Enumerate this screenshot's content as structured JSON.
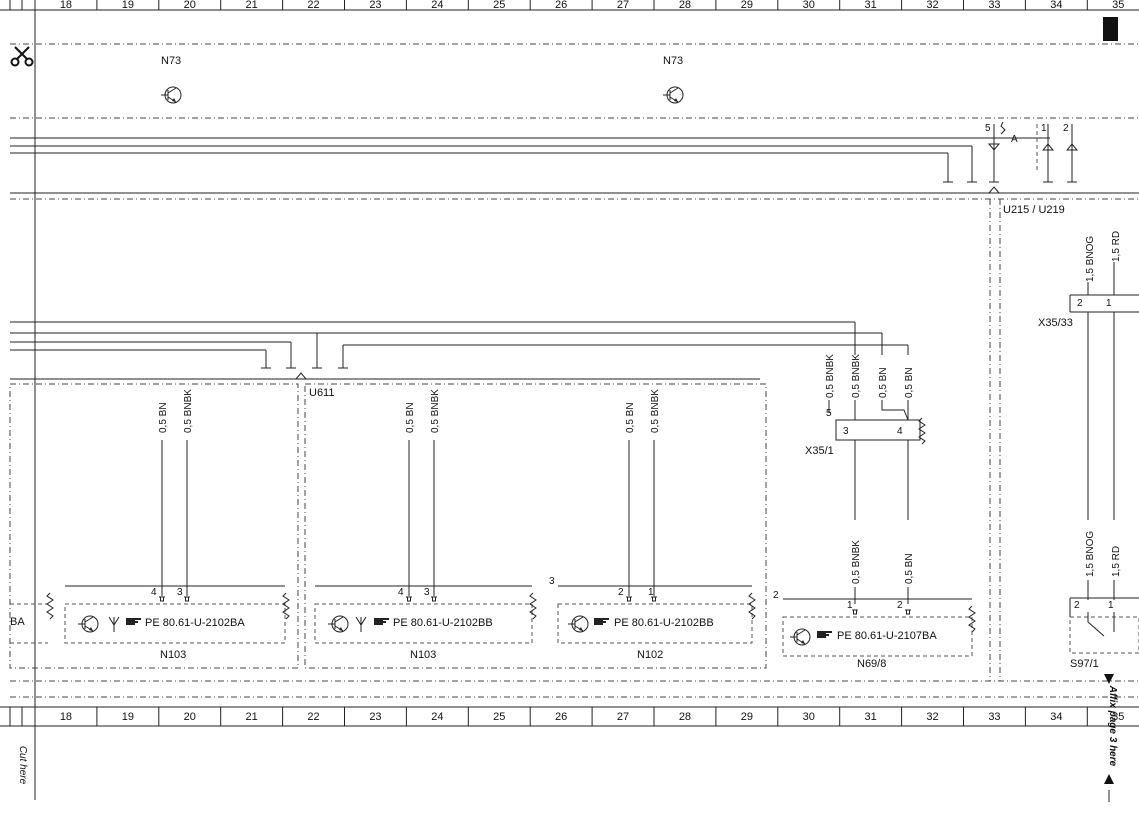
{
  "ruler": {
    "cells": [
      "18",
      "19",
      "20",
      "21",
      "22",
      "23",
      "24",
      "25",
      "26",
      "27",
      "28",
      "29",
      "30",
      "31",
      "32",
      "33",
      "34",
      "35"
    ]
  },
  "components": {
    "n73_a": "N73",
    "n73_b": "N73",
    "u611": "U611",
    "u215_u219": "U215 / U219",
    "x35_33": "X35/33",
    "x35_1": "X35/1",
    "n103_a": "N103",
    "n103_b": "N103",
    "n102": "N102",
    "n69_8": "N69/8",
    "s97_1": "S97/1",
    "conn_a": "A"
  },
  "wires": {
    "w1": "0,5 BN",
    "w2": "0,5 BNBK",
    "w3": "0,5 BN",
    "w4": "0,5 BNBK",
    "w5": "0,5 BN",
    "w6": "0,5 BNBK",
    "w7": "0,5 BNBK",
    "w8": "0,5 BNBK",
    "w9": "0,5 BN",
    "w10": "0,5 BN",
    "w11": "0,5 BNBK",
    "w12": "0,5 BN",
    "w13": "1,5 BNOG",
    "w14": "1,5 RD",
    "w15": "1,5 BNOG",
    "w16": "1,5 RD"
  },
  "refs": {
    "r1": "PE 80.61-U-2102BA",
    "r2": "PE 80.61-U-2102BB",
    "r3": "PE 80.61-U-2102BB",
    "r4": "PE 80.61-U-2107BA",
    "cut": "BA"
  },
  "pins": {
    "p1": "4",
    "p2": "3",
    "p3": "4",
    "p4": "3",
    "p5": "2",
    "p6": "1",
    "p7": "1",
    "p8": "2",
    "p9": "3",
    "p10": "4",
    "p11": "5",
    "p12": "2",
    "p13": "1",
    "p14": "2",
    "p15": "1",
    "p16": "5",
    "p17": "1",
    "p18": "2",
    "sec3": "3",
    "sec2": "2"
  },
  "margin": {
    "cut_here": "Cut here",
    "affix": "Affix page 3 here"
  },
  "icons": [
    "scissors-icon",
    "transistor-icon",
    "antenna-icon",
    "hand-pointer-icon",
    "ground-icon",
    "diode-icon"
  ]
}
